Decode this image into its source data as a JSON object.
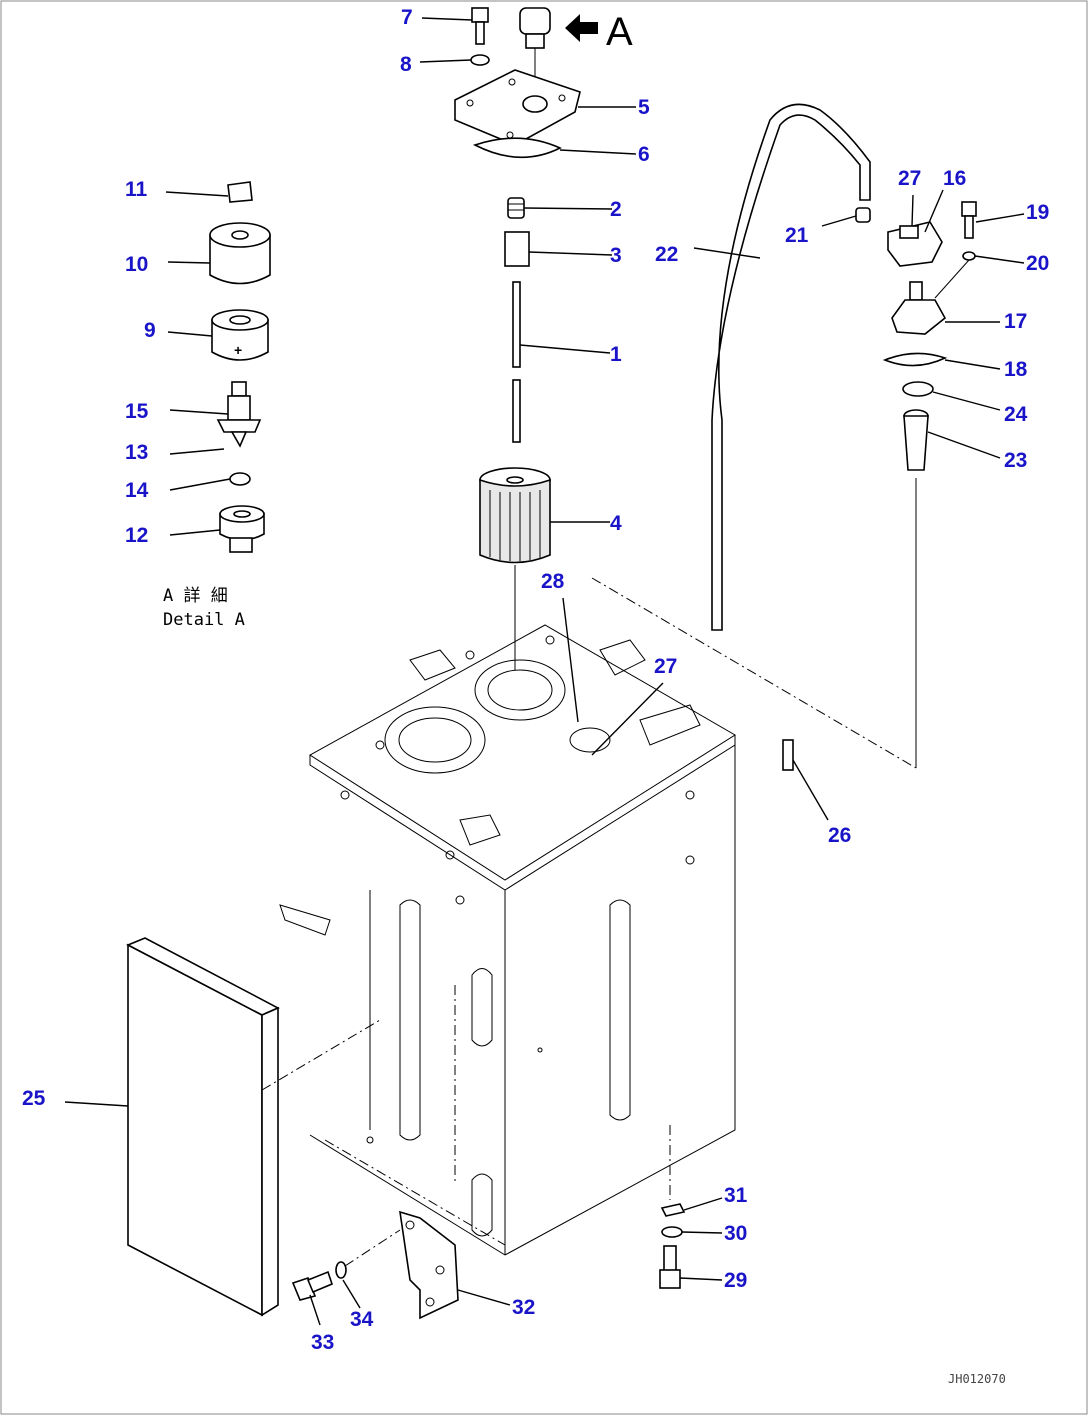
{
  "diagram": {
    "view_marker": "A",
    "detail_caption_jp": "A 詳 細",
    "detail_caption_en": "Detail A",
    "drawing_code": "JH012070",
    "callouts": [
      {
        "id": "c1",
        "label": "1"
      },
      {
        "id": "c2",
        "label": "2"
      },
      {
        "id": "c3",
        "label": "3"
      },
      {
        "id": "c4",
        "label": "4"
      },
      {
        "id": "c5",
        "label": "5"
      },
      {
        "id": "c6",
        "label": "6"
      },
      {
        "id": "c7",
        "label": "7"
      },
      {
        "id": "c8",
        "label": "8"
      },
      {
        "id": "c9",
        "label": "9"
      },
      {
        "id": "c10",
        "label": "10"
      },
      {
        "id": "c11",
        "label": "11"
      },
      {
        "id": "c12",
        "label": "12"
      },
      {
        "id": "c13",
        "label": "13"
      },
      {
        "id": "c14",
        "label": "14"
      },
      {
        "id": "c15",
        "label": "15"
      },
      {
        "id": "c16",
        "label": "16"
      },
      {
        "id": "c17",
        "label": "17"
      },
      {
        "id": "c18",
        "label": "18"
      },
      {
        "id": "c19",
        "label": "19"
      },
      {
        "id": "c20",
        "label": "20"
      },
      {
        "id": "c21",
        "label": "21"
      },
      {
        "id": "c22",
        "label": "22"
      },
      {
        "id": "c23",
        "label": "23"
      },
      {
        "id": "c24",
        "label": "24"
      },
      {
        "id": "c25",
        "label": "25"
      },
      {
        "id": "c26",
        "label": "26"
      },
      {
        "id": "c27a",
        "label": "27"
      },
      {
        "id": "c27b",
        "label": "27"
      },
      {
        "id": "c28",
        "label": "28"
      },
      {
        "id": "c29",
        "label": "29"
      },
      {
        "id": "c30",
        "label": "30"
      },
      {
        "id": "c31",
        "label": "31"
      },
      {
        "id": "c32",
        "label": "32"
      },
      {
        "id": "c33",
        "label": "33"
      },
      {
        "id": "c34",
        "label": "34"
      }
    ]
  }
}
